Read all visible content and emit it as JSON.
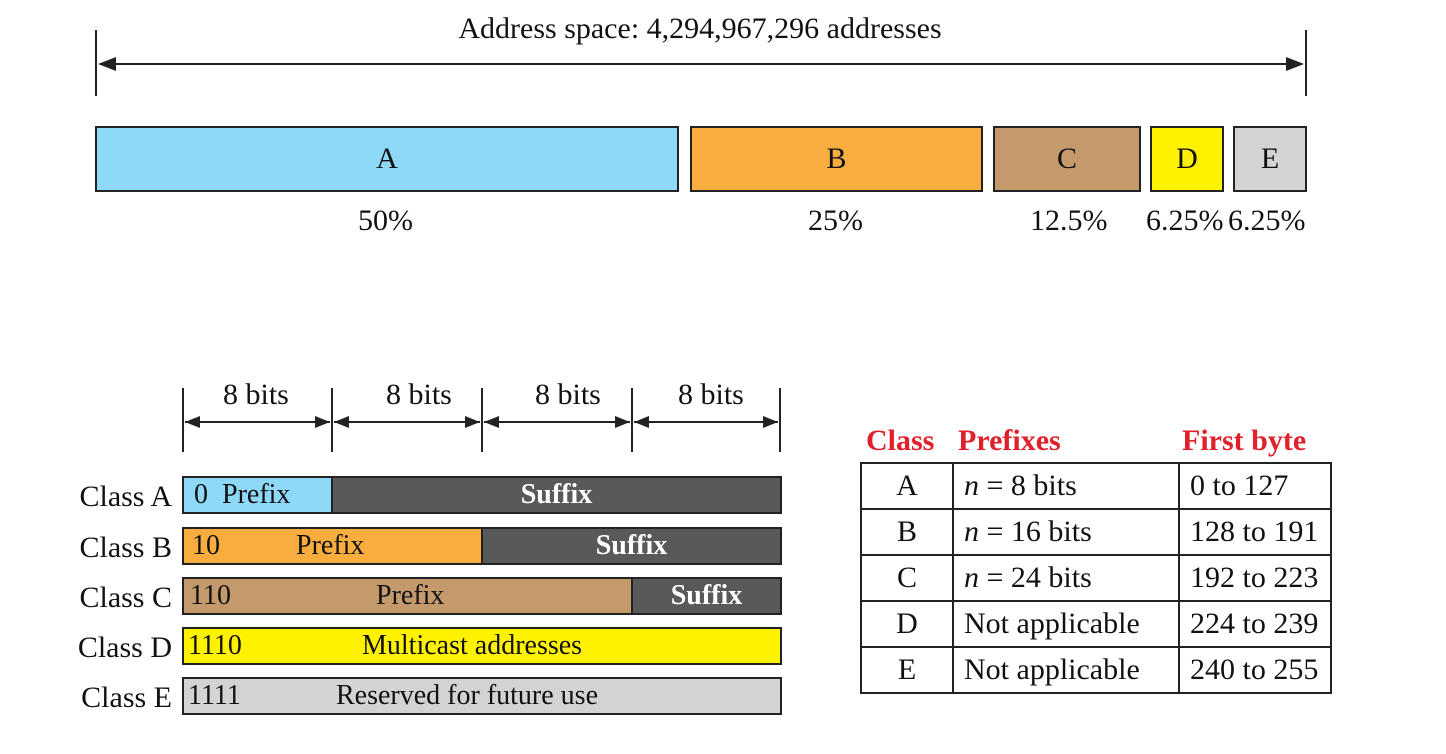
{
  "address_space": {
    "title": "Address space: 4,294,967,296 addresses",
    "classes": [
      {
        "name": "A",
        "percent_label": "50%",
        "color": "#8ed8f8"
      },
      {
        "name": "B",
        "percent_label": "25%",
        "color": "#f9ad3f"
      },
      {
        "name": "C",
        "percent_label": "12.5%",
        "color": "#c49a6c"
      },
      {
        "name": "D",
        "percent_label": "6.25%",
        "color": "#fff200"
      },
      {
        "name": "E",
        "percent_label": "6.25%",
        "color": "#d1d3d4"
      }
    ]
  },
  "bit_layout": {
    "byte_labels": [
      "8 bits",
      "8 bits",
      "8 bits",
      "8 bits"
    ],
    "suffix_color": "#58595b",
    "rows": [
      {
        "label": "Class A",
        "leading_bits": "0",
        "prefix_text": "Prefix",
        "suffix_text": "Suffix",
        "prefix_bytes": 1
      },
      {
        "label": "Class B",
        "leading_bits": "10",
        "prefix_text": "Prefix",
        "suffix_text": "Suffix",
        "prefix_bytes": 2
      },
      {
        "label": "Class C",
        "leading_bits": "110",
        "prefix_text": "Prefix",
        "suffix_text": "Suffix",
        "prefix_bytes": 3
      },
      {
        "label": "Class D",
        "leading_bits": "1110",
        "body_text": "Multicast addresses",
        "prefix_bytes": 4
      },
      {
        "label": "Class E",
        "leading_bits": "1111",
        "body_text": "Reserved for future use",
        "prefix_bytes": 4
      }
    ]
  },
  "class_table": {
    "headers": [
      "Class",
      "Prefixes",
      "First byte"
    ],
    "header_color": "#e0202a",
    "rows": [
      {
        "class": "A",
        "prefix": "n = 8 bits",
        "prefix_var": "n",
        "prefix_rest": " = 8 bits",
        "first_byte": "0 to 127"
      },
      {
        "class": "B",
        "prefix": "n = 16 bits",
        "prefix_var": "n",
        "prefix_rest": " = 16 bits",
        "first_byte": "128 to 191"
      },
      {
        "class": "C",
        "prefix": "n = 24 bits",
        "prefix_var": "n",
        "prefix_rest": " = 24 bits",
        "first_byte": "192 to 223"
      },
      {
        "class": "D",
        "prefix": "Not applicable",
        "first_byte": "224 to 239"
      },
      {
        "class": "E",
        "prefix": "Not applicable",
        "first_byte": "240 to 255"
      }
    ]
  }
}
